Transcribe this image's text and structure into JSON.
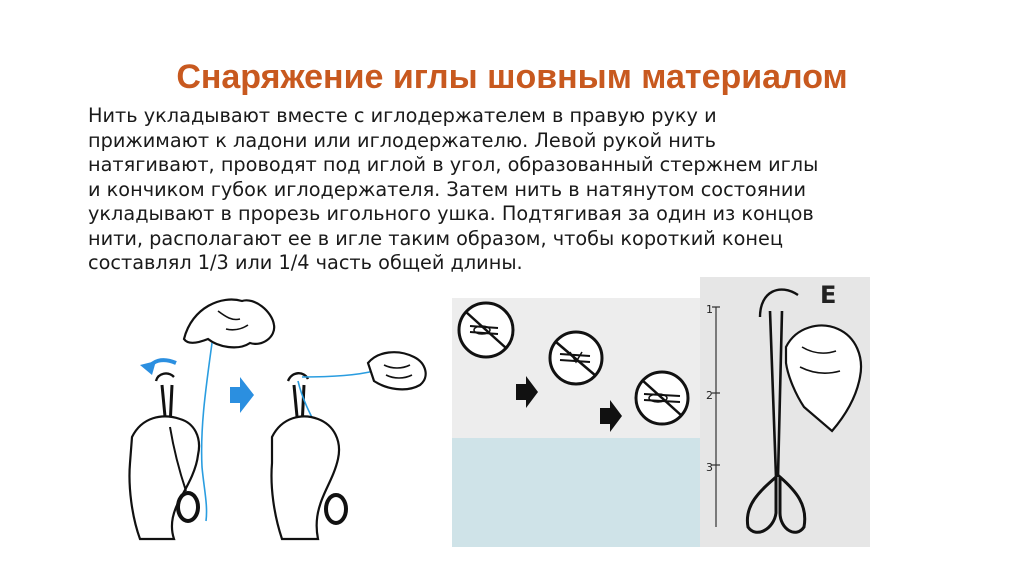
{
  "slide": {
    "title": "Снаряжение иглы шовным материалом",
    "body_lines": [
      "Нить укладывают вместе с иглодержателем в правую руку и",
      "прижимают к ладони или иглодержателю. Левой рукой нить",
      "натягивают, проводят под иглой в угол, образованный стержнем иглы",
      "и кончиком губок иглодержателя. Затем нить в натянутом состоянии",
      "укладывают в прорезь игольного ушка. Подтягивая за один из концов",
      "нити, располагают ее в игле таким образом, чтобы короткий конец",
      "составлял 1/3 или 1/4 часть общей длины."
    ]
  },
  "figure_c": {
    "panel_letter": "E",
    "markers": [
      "1",
      "2",
      "3"
    ]
  },
  "colors": {
    "title": "#c8591f",
    "thread": "#2a9de0",
    "arrow_blue": "#2b8fe0",
    "ink": "#1a1a1a"
  }
}
